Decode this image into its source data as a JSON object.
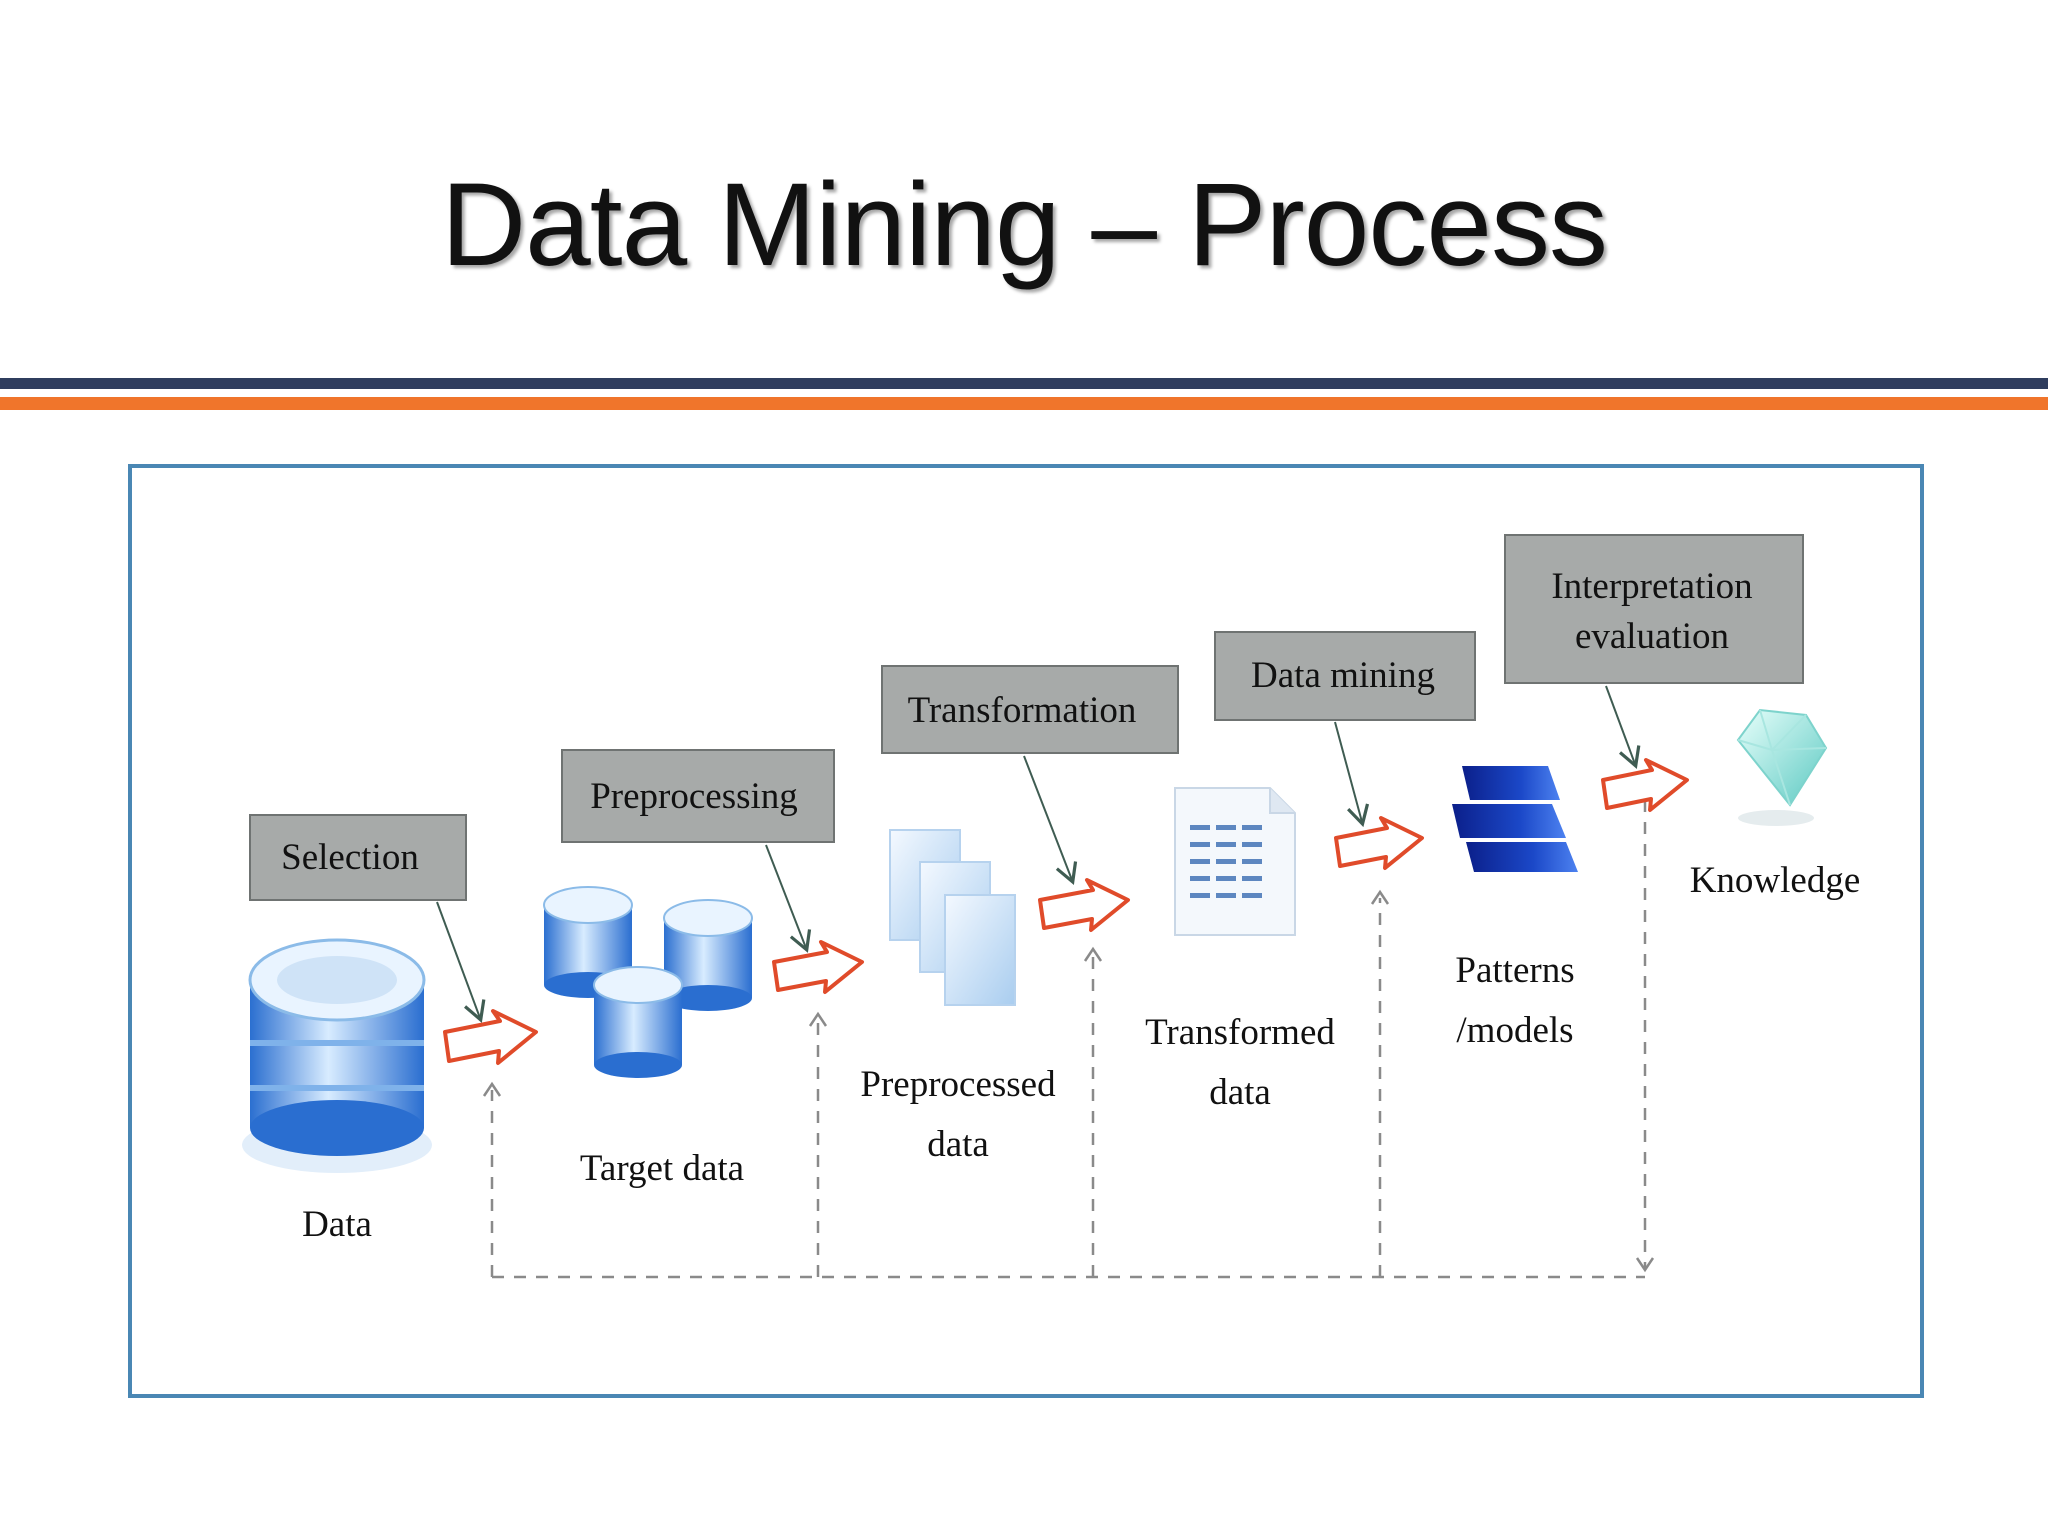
{
  "title": "Data Mining – Process",
  "colors": {
    "rule_dark": "#2f3d5e",
    "rule_orange": "#f0752b",
    "frame_border": "#4a87b4",
    "step_box_fill": "#a7aaa9",
    "arrow_outline": "#e04b2a",
    "dashed_line": "#8a8a8a"
  },
  "steps": [
    {
      "label": "Selection"
    },
    {
      "label": "Preprocessing"
    },
    {
      "label": "Transformation"
    },
    {
      "label": "Data mining"
    },
    {
      "label_line1": "Interpretation",
      "label_line2": "evaluation"
    }
  ],
  "stages": [
    {
      "label": "Data",
      "icon": "database-icon"
    },
    {
      "label": "Target data",
      "icon": "databases-icon"
    },
    {
      "label_line1": "Preprocessed",
      "label_line2": "data",
      "icon": "documents-icon"
    },
    {
      "label_line1": "Transformed",
      "label_line2": "data",
      "icon": "spreadsheet-icon"
    },
    {
      "label_line1": "Patterns",
      "label_line2": "/models",
      "icon": "layers-icon"
    },
    {
      "label": "Knowledge",
      "icon": "diamond-icon"
    }
  ]
}
